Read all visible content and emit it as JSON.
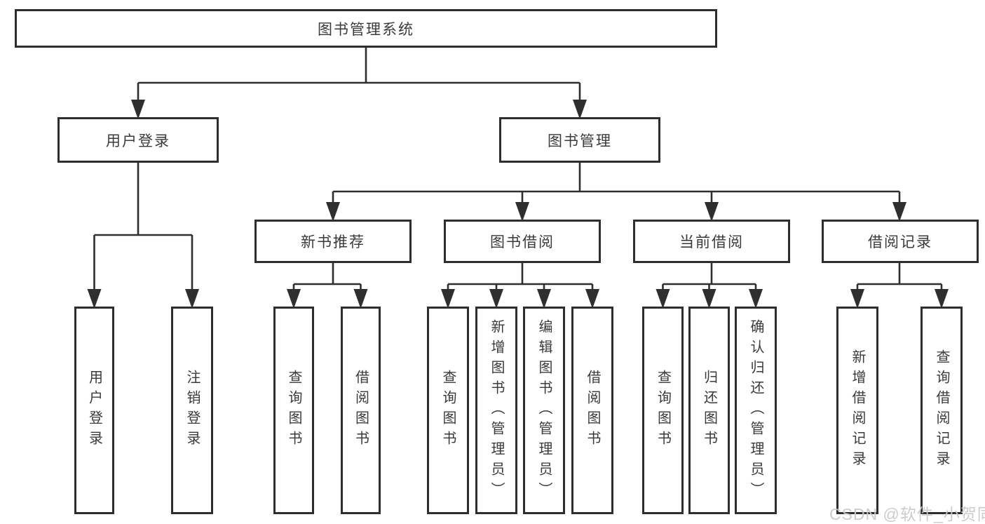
{
  "diagram": {
    "watermark": "CSDN @软件_小贺同学",
    "colors": {
      "line": "#2f2f2f",
      "box_border": "#2e2e2e",
      "text": "#3a3a3a",
      "background": "#ffffff",
      "watermark": "#c9c9c9"
    },
    "tree": {
      "label": "图书管理系统",
      "children": [
        {
          "label": "用户登录",
          "children": [
            {
              "label": "用户登录"
            },
            {
              "label": "注销登录"
            }
          ]
        },
        {
          "label": "图书管理",
          "children": [
            {
              "label": "新书推荐",
              "children": [
                {
                  "label": "查询图书"
                },
                {
                  "label": "借阅图书"
                }
              ]
            },
            {
              "label": "图书借阅",
              "children": [
                {
                  "label": "查询图书"
                },
                {
                  "label": "新增图书（管理员）"
                },
                {
                  "label": "编辑图书（管理员）"
                },
                {
                  "label": "借阅图书"
                }
              ]
            },
            {
              "label": "当前借阅",
              "children": [
                {
                  "label": "查询图书"
                },
                {
                  "label": "归还图书"
                },
                {
                  "label": "确认归还（管理员）"
                }
              ]
            },
            {
              "label": "借阅记录",
              "children": [
                {
                  "label": "新增借阅记录"
                },
                {
                  "label": "查询借阅记录"
                }
              ]
            }
          ]
        }
      ]
    }
  }
}
